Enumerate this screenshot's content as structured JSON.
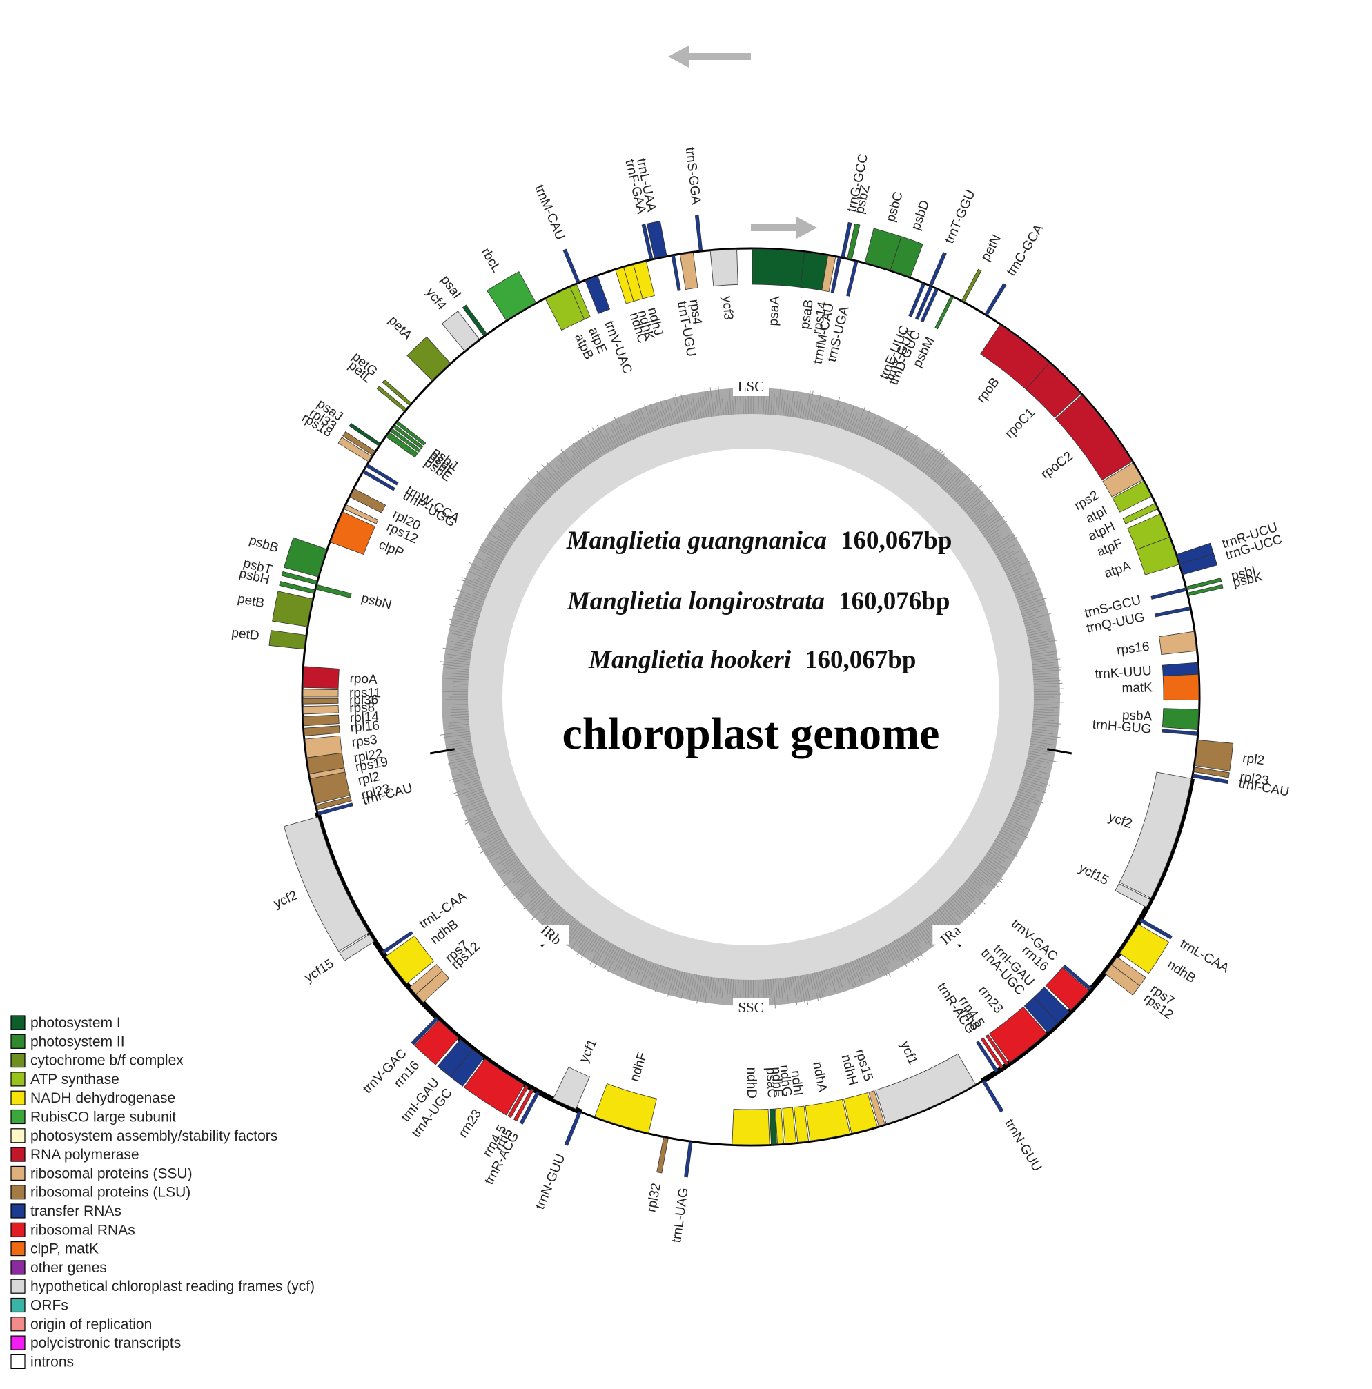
{
  "center_text": {
    "species": [
      {
        "name": "Manglietia guangnanica",
        "size": "160,067bp"
      },
      {
        "name": "Manglietia longirostrata",
        "size": "160,076bp"
      },
      {
        "name": "Manglietia hookeri",
        "size": "160,067bp"
      }
    ],
    "subtitle": "chloroplast genome"
  },
  "regions": [
    {
      "label": "LSC",
      "angle": 0
    },
    {
      "label": "IRa",
      "angle": 140
    },
    {
      "label": "SSC",
      "angle": 180
    },
    {
      "label": "IRb",
      "angle": 220
    }
  ],
  "categories": {
    "ps1": {
      "label": "photosystem I",
      "color": "#0d5e2a"
    },
    "ps2": {
      "label": "photosystem II",
      "color": "#2f8a2f"
    },
    "cyt": {
      "label": "cytochrome b/f complex",
      "color": "#6f8f1f"
    },
    "atp": {
      "label": "ATP synthase",
      "color": "#98c21c"
    },
    "ndh": {
      "label": "NADH dehydrogenase",
      "color": "#f5e30a"
    },
    "rbc": {
      "label": "RubisCO large subunit",
      "color": "#3aa83a"
    },
    "psa": {
      "label": "photosystem assembly/stability factors",
      "color": "#fff7c7"
    },
    "rpo": {
      "label": "RNA polymerase",
      "color": "#c2172b"
    },
    "ssu": {
      "label": "ribosomal proteins (SSU)",
      "color": "#ddb07c"
    },
    "lsu": {
      "label": "ribosomal proteins (LSU)",
      "color": "#a47b45"
    },
    "trn": {
      "label": "transfer RNAs",
      "color": "#1c3a8f"
    },
    "rrn": {
      "label": "ribosomal RNAs",
      "color": "#e31b25"
    },
    "clp": {
      "label": "clpP, matK",
      "color": "#ef6a12"
    },
    "oth": {
      "label": "other genes",
      "color": "#8c2aa0"
    },
    "ycf": {
      "label": "hypothetical chloroplast reading frames (ycf)",
      "color": "#d9d9d9"
    },
    "orf": {
      "label": "ORFs",
      "color": "#3ab5a5"
    },
    "ori": {
      "label": "origin of replication",
      "color": "#f28b8b"
    },
    "poly": {
      "label": "polycistronic transcripts",
      "color": "#f21df2"
    },
    "intr": {
      "label": "introns",
      "color": "#ffffff"
    }
  },
  "legend_order": [
    "ps1",
    "ps2",
    "cyt",
    "atp",
    "ndh",
    "rbc",
    "psa",
    "rpo",
    "ssu",
    "lsu",
    "trn",
    "rrn",
    "clp",
    "oth",
    "ycf",
    "orf",
    "ori",
    "poly",
    "intr"
  ],
  "genes": [
    {
      "name": "psaA",
      "cat": "ps1",
      "start": 0.2,
      "end": 6.9,
      "side": "in"
    },
    {
      "name": "psaB",
      "cat": "ps1",
      "start": 6.9,
      "end": 9.9,
      "side": "in"
    },
    {
      "name": "rps14",
      "cat": "ssu",
      "start": 9.9,
      "end": 10.9,
      "side": "in"
    },
    {
      "name": "trnfM-CAU",
      "cat": "trn",
      "start": 11.2,
      "end": 11.6,
      "side": "in"
    },
    {
      "name": "trnS-UGA",
      "cat": "trn",
      "start": 13.4,
      "end": 13.8,
      "side": "in"
    },
    {
      "name": "trnG-GCC",
      "cat": "trn",
      "start": 11.6,
      "end": 12.0,
      "side": "out"
    },
    {
      "name": "psbZ",
      "cat": "ps2",
      "start": 12.4,
      "end": 13.0,
      "side": "out"
    },
    {
      "name": "psbC",
      "cat": "ps2",
      "start": 14.7,
      "end": 18.1,
      "side": "out"
    },
    {
      "name": "psbD",
      "cat": "ps2",
      "start": 18.1,
      "end": 20.8,
      "side": "out"
    },
    {
      "name": "trnT-GGU",
      "cat": "trn",
      "start": 23.4,
      "end": 23.8,
      "side": "out"
    },
    {
      "name": "trnE-UUC",
      "cat": "trn",
      "start": 22.5,
      "end": 22.9,
      "side": "in"
    },
    {
      "name": "trnY-GUA",
      "cat": "trn",
      "start": 23.5,
      "end": 23.9,
      "side": "in"
    },
    {
      "name": "trnD-GUC",
      "cat": "trn",
      "start": 24.3,
      "end": 24.7,
      "side": "in"
    },
    {
      "name": "psbM",
      "cat": "ps2",
      "start": 26.5,
      "end": 26.9,
      "side": "in"
    },
    {
      "name": "petN",
      "cat": "cyt",
      "start": 28.0,
      "end": 28.4,
      "side": "out"
    },
    {
      "name": "trnC-GCA",
      "cat": "trn",
      "start": 31.4,
      "end": 31.8,
      "side": "out"
    },
    {
      "name": "rpoB",
      "cat": "rpo",
      "start": 33.8,
      "end": 41.8,
      "side": "in"
    },
    {
      "name": "rpoC1",
      "cat": "rpo",
      "start": 41.8,
      "end": 47.4,
      "side": "in"
    },
    {
      "name": "rpoC2",
      "cat": "rpo",
      "start": 47.6,
      "end": 58.3,
      "side": "in"
    },
    {
      "name": "rps2",
      "cat": "ssu",
      "start": 58.5,
      "end": 61.0,
      "side": "in"
    },
    {
      "name": "atpI",
      "cat": "atp",
      "start": 61.2,
      "end": 63.4,
      "side": "in"
    },
    {
      "name": "atpH",
      "cat": "atp",
      "start": 64.4,
      "end": 65.2,
      "side": "in"
    },
    {
      "name": "atpF",
      "cat": "atp",
      "start": 65.9,
      "end": 69.1,
      "side": "in"
    },
    {
      "name": "atpA",
      "cat": "atp",
      "start": 69.1,
      "end": 72.8,
      "side": "in"
    },
    {
      "name": "trnR-UCU",
      "cat": "trn",
      "start": 71.5,
      "end": 72.8,
      "side": "out"
    },
    {
      "name": "trnG-UCC",
      "cat": "trn",
      "start": 72.8,
      "end": 74.2,
      "side": "out"
    },
    {
      "name": "psbI",
      "cat": "ps2",
      "start": 75.8,
      "end": 76.2,
      "side": "out"
    },
    {
      "name": "psbK",
      "cat": "ps2",
      "start": 76.6,
      "end": 77.0,
      "side": "out"
    },
    {
      "name": "trnS-GCU",
      "cat": "trn",
      "start": 75.9,
      "end": 76.3,
      "side": "in"
    },
    {
      "name": "trnQ-UUG",
      "cat": "trn",
      "start": 78.4,
      "end": 78.8,
      "side": "in"
    },
    {
      "name": "rps16",
      "cat": "ssu",
      "start": 81.6,
      "end": 84.1,
      "side": "in"
    },
    {
      "name": "trnK-UUU",
      "cat": "trn",
      "start": 85.6,
      "end": 87.1,
      "side": "in"
    },
    {
      "name": "matK",
      "cat": "clp",
      "start": 87.1,
      "end": 90.4,
      "side": "in"
    },
    {
      "name": "psbA",
      "cat": "ps2",
      "start": 91.6,
      "end": 94.2,
      "side": "in"
    },
    {
      "name": "trnH-GUG",
      "cat": "trn",
      "start": 94.5,
      "end": 94.9,
      "side": "in"
    },
    {
      "name": "rpl2",
      "cat": "lsu",
      "start": 95.5,
      "end": 98.8,
      "side": "out"
    },
    {
      "name": "rpl23",
      "cat": "lsu",
      "start": 99.0,
      "end": 99.6,
      "side": "out"
    },
    {
      "name": "trnI-CAU",
      "cat": "trn",
      "start": 99.9,
      "end": 100.3,
      "side": "out"
    },
    {
      "name": "ycf2",
      "cat": "ycf",
      "start": 100.5,
      "end": 116.7,
      "side": "in"
    },
    {
      "name": "ycf15",
      "cat": "ycf",
      "start": 116.9,
      "end": 118.0,
      "side": "in"
    },
    {
      "name": "trnL-CAA",
      "cat": "trn",
      "start": 119.6,
      "end": 120.0,
      "side": "out"
    },
    {
      "name": "ndhB",
      "cat": "ndh",
      "start": 120.4,
      "end": 124.8,
      "side": "out"
    },
    {
      "name": "rps7",
      "cat": "ssu",
      "start": 125.4,
      "end": 126.6,
      "side": "out"
    },
    {
      "name": "rps12",
      "cat": "ssu",
      "start": 126.6,
      "end": 128.0,
      "side": "out"
    },
    {
      "name": "trnV-GAC",
      "cat": "trn",
      "start": 130.5,
      "end": 130.9,
      "side": "in"
    },
    {
      "name": "rrn16",
      "cat": "rrn",
      "start": 131.0,
      "end": 134.4,
      "side": "in"
    },
    {
      "name": "trnI-GAU",
      "cat": "trn",
      "start": 134.7,
      "end": 136.7,
      "side": "in"
    },
    {
      "name": "trnA-UGC",
      "cat": "trn",
      "start": 136.7,
      "end": 138.5,
      "side": "in"
    },
    {
      "name": "rrn23",
      "cat": "rrn",
      "start": 138.7,
      "end": 144.7,
      "side": "in"
    },
    {
      "name": "rrn4.5",
      "cat": "rrn",
      "start": 144.9,
      "end": 145.3,
      "side": "in"
    },
    {
      "name": "rrn5",
      "cat": "rrn",
      "start": 145.7,
      "end": 146.1,
      "side": "in"
    },
    {
      "name": "trnR-ACG",
      "cat": "trn",
      "start": 146.5,
      "end": 146.9,
      "side": "in"
    },
    {
      "name": "trnN-GUU",
      "cat": "trn",
      "start": 148.6,
      "end": 149.0,
      "side": "out"
    },
    {
      "name": "ycf1",
      "cat": "ycf",
      "start": 149.9,
      "end": 162.4,
      "side": "in"
    },
    {
      "name": "rps15",
      "cat": "ssu",
      "start": 162.6,
      "end": 163.4,
      "side": "in"
    },
    {
      "name": "ndhH",
      "cat": "ndh",
      "start": 163.6,
      "end": 167.0,
      "side": "in"
    },
    {
      "name": "ndhA",
      "cat": "ndh",
      "start": 167.2,
      "end": 172.4,
      "side": "in"
    },
    {
      "name": "ndhI",
      "cat": "ndh",
      "start": 172.6,
      "end": 174.0,
      "side": "in"
    },
    {
      "name": "ndhG",
      "cat": "ndh",
      "start": 174.2,
      "end": 175.6,
      "side": "in"
    },
    {
      "name": "ndhE",
      "cat": "ndh",
      "start": 175.8,
      "end": 176.6,
      "side": "in"
    },
    {
      "name": "psaC",
      "cat": "ps1",
      "start": 176.7,
      "end": 177.4,
      "side": "in"
    },
    {
      "name": "ndhD",
      "cat": "ndh",
      "start": 177.6,
      "end": 182.4,
      "side": "in"
    },
    {
      "name": "trnL-UAG",
      "cat": "trn",
      "start": 187.5,
      "end": 187.9,
      "side": "out"
    },
    {
      "name": "rpl32",
      "cat": "lsu",
      "start": 190.6,
      "end": 191.2,
      "side": "out"
    },
    {
      "name": "ndhF",
      "cat": "ndh",
      "start": 193.2,
      "end": 200.4,
      "side": "in"
    },
    {
      "name": "trnN-GUU",
      "cat": "trn",
      "start": 202.2,
      "end": 202.6,
      "side": "out"
    },
    {
      "name": "ycf1",
      "cat": "ycf",
      "start": 203.0,
      "end": 206.2,
      "side": "in"
    },
    {
      "name": "trnR-ACG",
      "cat": "trn",
      "start": 208.1,
      "end": 208.5,
      "side": "out"
    },
    {
      "name": "rrn5",
      "cat": "rrn",
      "start": 208.9,
      "end": 209.3,
      "side": "out"
    },
    {
      "name": "rrn4.5",
      "cat": "rrn",
      "start": 209.7,
      "end": 210.1,
      "side": "out"
    },
    {
      "name": "rrn23",
      "cat": "rrn",
      "start": 210.3,
      "end": 216.3,
      "side": "out"
    },
    {
      "name": "trnA-UGC",
      "cat": "trn",
      "start": 216.5,
      "end": 218.3,
      "side": "out"
    },
    {
      "name": "trnI-GAU",
      "cat": "trn",
      "start": 218.3,
      "end": 220.3,
      "side": "out"
    },
    {
      "name": "rrn16",
      "cat": "rrn",
      "start": 220.6,
      "end": 224.0,
      "side": "out"
    },
    {
      "name": "trnV-GAC",
      "cat": "trn",
      "start": 224.1,
      "end": 224.5,
      "side": "out"
    },
    {
      "name": "rps12",
      "cat": "ssu",
      "start": 227.0,
      "end": 228.4,
      "side": "in"
    },
    {
      "name": "rps7",
      "cat": "ssu",
      "start": 228.4,
      "end": 229.6,
      "side": "in"
    },
    {
      "name": "ndhB",
      "cat": "ndh",
      "start": 230.2,
      "end": 234.6,
      "side": "in"
    },
    {
      "name": "trnL-CAA",
      "cat": "trn",
      "start": 235.0,
      "end": 235.4,
      "side": "in"
    },
    {
      "name": "ycf15",
      "cat": "ycf",
      "start": 237.0,
      "end": 238.1,
      "side": "out"
    },
    {
      "name": "ycf2",
      "cat": "ycf",
      "start": 238.3,
      "end": 254.5,
      "side": "out"
    },
    {
      "name": "trnI-CAU",
      "cat": "trn",
      "start": 254.7,
      "end": 255.1,
      "side": "in"
    },
    {
      "name": "rpl23",
      "cat": "lsu",
      "start": 255.4,
      "end": 256.0,
      "side": "in"
    },
    {
      "name": "rpl2",
      "cat": "lsu",
      "start": 256.2,
      "end": 259.5,
      "side": "in"
    },
    {
      "name": "rpl22",
      "cat": "lsu",
      "start": 260.1,
      "end": 262.2,
      "side": "in"
    },
    {
      "name": "rps19",
      "cat": "ssu",
      "start": 259.5,
      "end": 260.1,
      "side": "in"
    },
    {
      "name": "rps3",
      "cat": "ssu",
      "start": 262.2,
      "end": 264.6,
      "side": "in"
    },
    {
      "name": "rpl16",
      "cat": "lsu",
      "start": 265.0,
      "end": 266.0,
      "side": "in"
    },
    {
      "name": "rpl14",
      "cat": "lsu",
      "start": 266.3,
      "end": 267.5,
      "side": "in"
    },
    {
      "name": "rps8",
      "cat": "ssu",
      "start": 267.8,
      "end": 268.8,
      "side": "in"
    },
    {
      "name": "rpl36",
      "cat": "lsu",
      "start": 269.1,
      "end": 269.8,
      "side": "in"
    },
    {
      "name": "rps11",
      "cat": "ssu",
      "start": 270.0,
      "end": 271.0,
      "side": "in"
    },
    {
      "name": "rpoA",
      "cat": "rpo",
      "start": 271.2,
      "end": 273.9,
      "side": "in"
    },
    {
      "name": "petD",
      "cat": "cyt",
      "start": 276.1,
      "end": 277.9,
      "side": "out"
    },
    {
      "name": "petB",
      "cat": "cyt",
      "start": 279.0,
      "end": 282.6,
      "side": "out"
    },
    {
      "name": "psbH",
      "cat": "ps2",
      "start": 283.3,
      "end": 283.8,
      "side": "out"
    },
    {
      "name": "psbN",
      "cat": "ps2",
      "start": 283.9,
      "end": 284.5,
      "side": "in"
    },
    {
      "name": "psbT",
      "cat": "ps2",
      "start": 284.5,
      "end": 285.0,
      "side": "out"
    },
    {
      "name": "psbB",
      "cat": "ps2",
      "start": 285.5,
      "end": 289.2,
      "side": "out"
    },
    {
      "name": "clpP",
      "cat": "clp",
      "start": 290.2,
      "end": 294.4,
      "side": "in"
    },
    {
      "name": "rps12",
      "cat": "ssu",
      "start": 294.8,
      "end": 295.4,
      "side": "in"
    },
    {
      "name": "rpl20",
      "cat": "lsu",
      "start": 296.5,
      "end": 297.7,
      "side": "in"
    },
    {
      "name": "trnP-UGG",
      "cat": "trn",
      "start": 300.0,
      "end": 300.4,
      "side": "in"
    },
    {
      "name": "trnW-CCA",
      "cat": "trn",
      "start": 300.9,
      "end": 301.3,
      "side": "in"
    },
    {
      "name": "rps18",
      "cat": "ssu",
      "start": 301.6,
      "end": 302.4,
      "side": "out"
    },
    {
      "name": "rpl33",
      "cat": "lsu",
      "start": 302.6,
      "end": 303.2,
      "side": "out"
    },
    {
      "name": "psaJ",
      "cat": "ps1",
      "start": 304.0,
      "end": 304.4,
      "side": "out"
    },
    {
      "name": "psbE",
      "cat": "ps2",
      "start": 305.5,
      "end": 306.2,
      "side": "in"
    },
    {
      "name": "psbF",
      "cat": "ps2",
      "start": 306.4,
      "end": 306.8,
      "side": "in"
    },
    {
      "name": "psbL",
      "cat": "ps2",
      "start": 307.0,
      "end": 307.4,
      "side": "in"
    },
    {
      "name": "psbJ",
      "cat": "ps2",
      "start": 307.6,
      "end": 308.0,
      "side": "in"
    },
    {
      "name": "petL",
      "cat": "cyt",
      "start": 309.5,
      "end": 309.9,
      "side": "out"
    },
    {
      "name": "petG",
      "cat": "cyt",
      "start": 310.5,
      "end": 310.9,
      "side": "out"
    },
    {
      "name": "petA",
      "cat": "cyt",
      "start": 314.8,
      "end": 318.0,
      "side": "out"
    },
    {
      "name": "ycf4",
      "cat": "ycf",
      "start": 320.4,
      "end": 322.8,
      "side": "out"
    },
    {
      "name": "psaI",
      "cat": "ps1",
      "start": 323.5,
      "end": 324.0,
      "side": "out"
    },
    {
      "name": "rbcL",
      "cat": "rbc",
      "start": 327.0,
      "end": 331.4,
      "side": "out"
    },
    {
      "name": "atpB",
      "cat": "atp",
      "start": 332.7,
      "end": 336.2,
      "side": "in"
    },
    {
      "name": "atpE",
      "cat": "atp",
      "start": 336.2,
      "end": 337.1,
      "side": "in"
    },
    {
      "name": "trnM-CAU",
      "cat": "trn",
      "start": 337.2,
      "end": 337.6,
      "side": "out"
    },
    {
      "name": "trnV-UAC",
      "cat": "trn",
      "start": 338.3,
      "end": 340.0,
      "side": "in"
    },
    {
      "name": "ndhC",
      "cat": "ndh",
      "start": 342.4,
      "end": 343.5,
      "side": "in"
    },
    {
      "name": "ndhK",
      "cat": "ndh",
      "start": 343.5,
      "end": 344.8,
      "side": "in"
    },
    {
      "name": "ndhJ",
      "cat": "ndh",
      "start": 344.8,
      "end": 346.5,
      "side": "in"
    },
    {
      "name": "trnF-GAA",
      "cat": "trn",
      "start": 347.0,
      "end": 347.4,
      "side": "out"
    },
    {
      "name": "trnL-UAA",
      "cat": "trn",
      "start": 347.6,
      "end": 349.2,
      "side": "out"
    },
    {
      "name": "trnT-UGU",
      "cat": "trn",
      "start": 349.8,
      "end": 350.2,
      "side": "in"
    },
    {
      "name": "rps4",
      "cat": "ssu",
      "start": 350.9,
      "end": 352.6,
      "side": "in"
    },
    {
      "name": "trnS-GGA",
      "cat": "trn",
      "start": 353.4,
      "end": 353.8,
      "side": "out"
    },
    {
      "name": "ycf3",
      "cat": "ycf",
      "start": 354.8,
      "end": 358.2,
      "side": "in"
    }
  ]
}
